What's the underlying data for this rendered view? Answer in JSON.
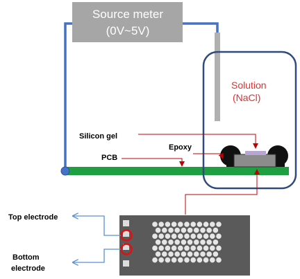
{
  "source_meter": {
    "line1": "Source meter",
    "line2": "(0V~5V)"
  },
  "solution": {
    "line1": "Solution",
    "line2": "(NaCl)"
  },
  "labels": {
    "silicon_gel": "Silicon gel",
    "epoxy": "Epoxy",
    "pcb": "PCB",
    "top_electrode": "Top electrode",
    "bottom_electrode_line1": "Bottom",
    "bottom_electrode_line2": "electrode"
  },
  "colors": {
    "wire": "#4472c4",
    "pcb": "#1ea042",
    "meter_box": "#a6a6a6",
    "annotation_arrow": "#c00000",
    "solution_text": "#e03030",
    "electrode_arrow": "#5b8fd6",
    "chip_photo": "#5a5a5a"
  }
}
